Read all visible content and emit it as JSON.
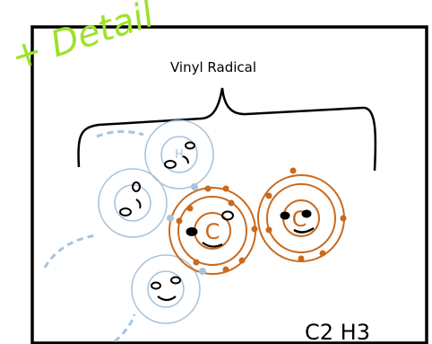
{
  "annotation": {
    "text": "+ Detail",
    "color": "#9be32a"
  },
  "title": "Vinyl Radical",
  "formula": "C2 H3",
  "carbon_label": "C",
  "hydrogen_label": "H",
  "colors": {
    "carbon": "#c9691d",
    "hydrogen": "#a8c4dc",
    "bond_dot": "#a8c4dc",
    "ink": "#000000"
  }
}
